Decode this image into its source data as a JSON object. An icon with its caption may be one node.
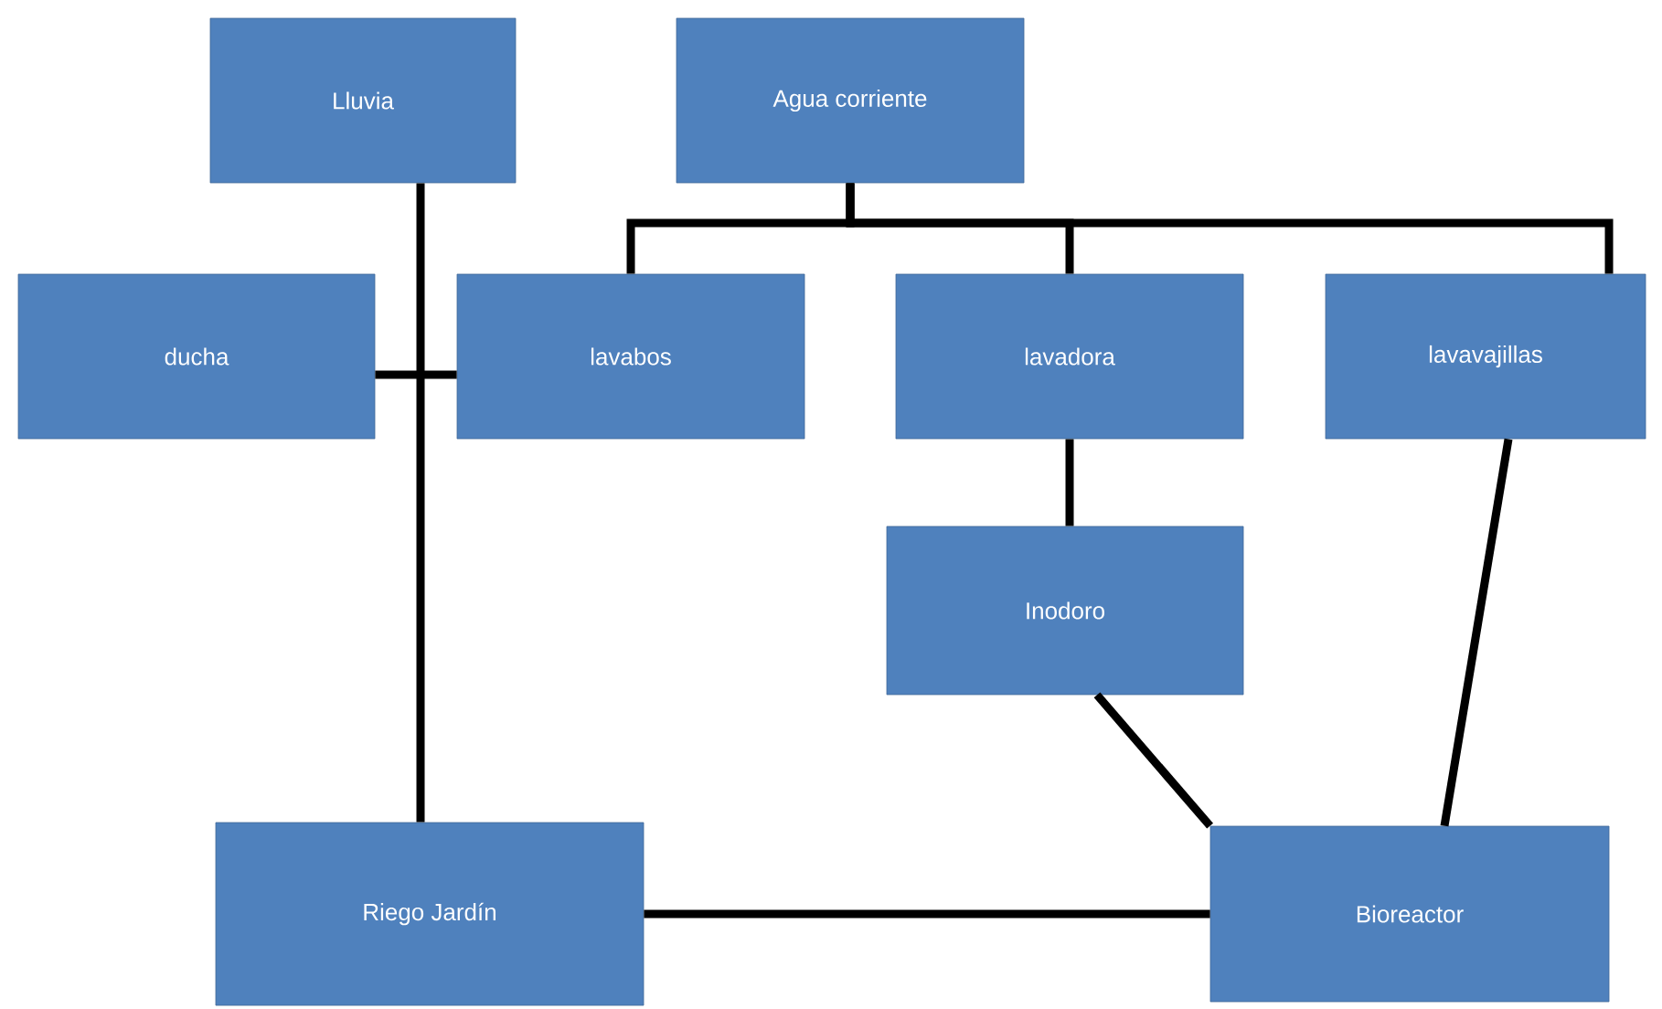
{
  "diagram": {
    "nodes": [
      {
        "text": [
          "Lluvia"
        ]
      },
      {
        "text": [
          "Agua corriente"
        ]
      },
      {
        "text": [
          "ducha"
        ]
      },
      {
        "text": [
          "lavabos"
        ]
      },
      {
        "text": [
          "lavadora"
        ]
      },
      {
        "text": [
          "lavavajillas"
        ]
      },
      {
        "text": [
          "Inodoro"
        ]
      },
      {
        "text": [
          "Riego Jardín"
        ]
      },
      {
        "text": [
          "Bioreactor"
        ]
      }
    ],
    "edges": [
      {
        "from": 1,
        "to": 3,
        "arrow": "none"
      },
      {
        "from": 1,
        "to": 4,
        "arrow": "none"
      },
      {
        "from": 1,
        "to": 5,
        "arrow": "none"
      },
      {
        "from": 0,
        "to": 7,
        "arrow": "none"
      },
      {
        "from": 2,
        "to": 3,
        "arrow": "none"
      },
      {
        "from": 4,
        "to": 6,
        "arrow": "none"
      },
      {
        "from": 6,
        "to": 8,
        "arrow": "none"
      },
      {
        "from": 5,
        "to": 8,
        "arrow": "none"
      },
      {
        "from": 7,
        "to": 8,
        "arrow": "none"
      }
    ]
  }
}
